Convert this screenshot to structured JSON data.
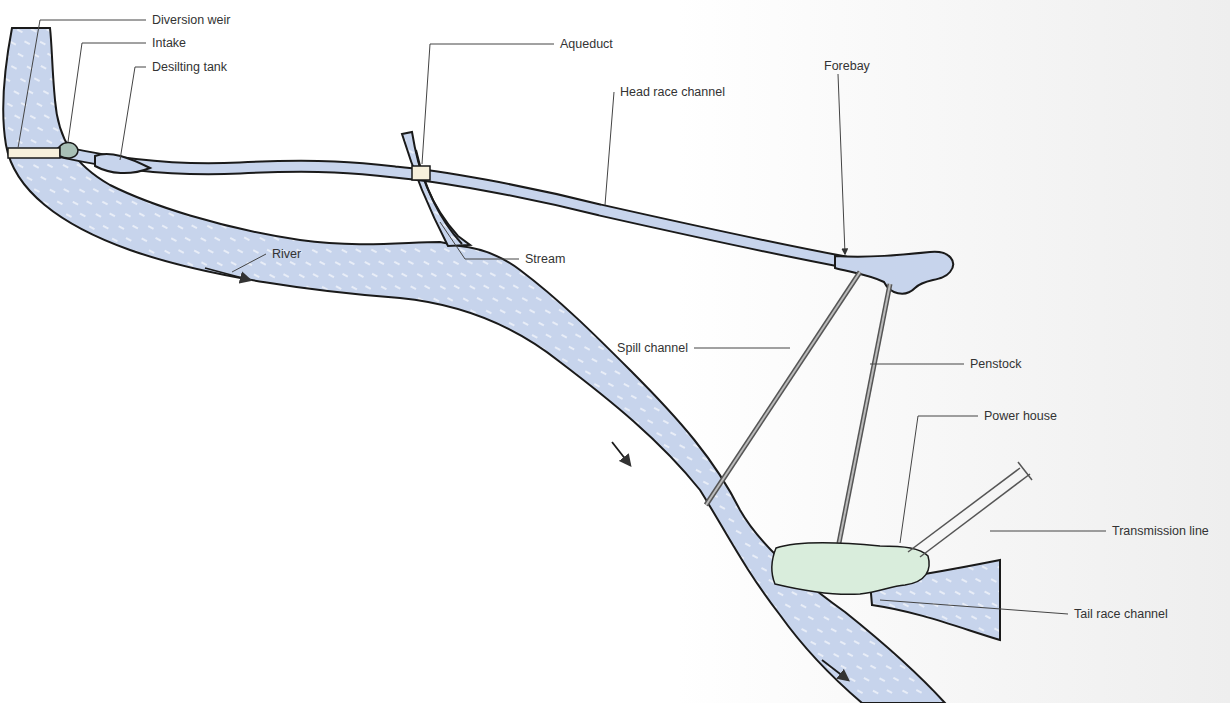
{
  "diagram": {
    "labels": [
      "Diversion weir",
      "Intake",
      "Desilting tank",
      "Aqueduct",
      "Head race channel",
      "Forebay",
      "River",
      "Stream",
      "Spill channel",
      "Penstock",
      "Power house",
      "Transmission line",
      "Tail race channel"
    ]
  }
}
